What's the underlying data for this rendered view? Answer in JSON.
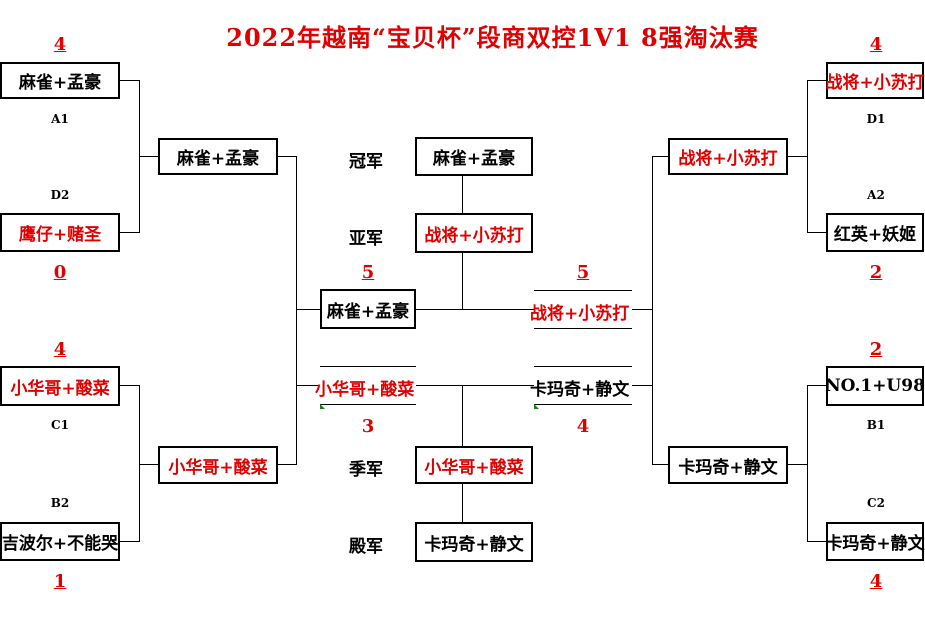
{
  "title": "2022年越南“宝贝杯”段商双控1V1  8强淘汰赛",
  "left": {
    "r1": [
      {
        "team": "麻雀+孟豪",
        "score": "4",
        "seed": "A1",
        "red": false
      },
      {
        "team": "鹰仔+赌圣",
        "score": "0",
        "seed": "D2",
        "red": true
      },
      {
        "team": "小华哥+酸菜",
        "score": "4",
        "seed": "C1",
        "red": true
      },
      {
        "team": "吉波尔+不能哭",
        "score": "1",
        "seed": "B2",
        "red": false
      }
    ],
    "r2": [
      {
        "team": "麻雀+孟豪",
        "red": false
      },
      {
        "team": "小华哥+酸菜",
        "red": true
      }
    ]
  },
  "right": {
    "r1": [
      {
        "team": "战将+小苏打",
        "score": "4",
        "seed": "D1",
        "red": true
      },
      {
        "team": "红英+妖姬",
        "score": "2",
        "seed": "A2",
        "red": false
      },
      {
        "team": "NO.1+U98",
        "score": "2",
        "seed": "B1",
        "red": false
      },
      {
        "team": "卡玛奇+静文",
        "score": "4",
        "seed": "C2",
        "red": false
      }
    ],
    "r2": [
      {
        "team": "战将+小苏打",
        "red": true
      },
      {
        "team": "卡玛奇+静文",
        "red": false
      }
    ]
  },
  "semis": {
    "left_top": {
      "team": "麻雀+孟豪",
      "score": "5"
    },
    "left_bottom": {
      "team": "小华哥+酸菜",
      "score": "3"
    },
    "right_top": {
      "team": "战将+小苏打",
      "score": "5"
    },
    "right_bottom": {
      "team": "卡玛奇+静文",
      "score": "4"
    }
  },
  "placements": [
    {
      "label": "冠军",
      "team": "麻雀+孟豪",
      "red": false
    },
    {
      "label": "亚军",
      "team": "战将+小苏打",
      "red": true
    },
    {
      "label": "季军",
      "team": "小华哥+酸菜",
      "red": true
    },
    {
      "label": "殿军",
      "team": "卡玛奇+静文",
      "red": false
    }
  ],
  "colors": {
    "accent": "#e00000",
    "line": "#000000",
    "marker": "#1a7f1a"
  }
}
